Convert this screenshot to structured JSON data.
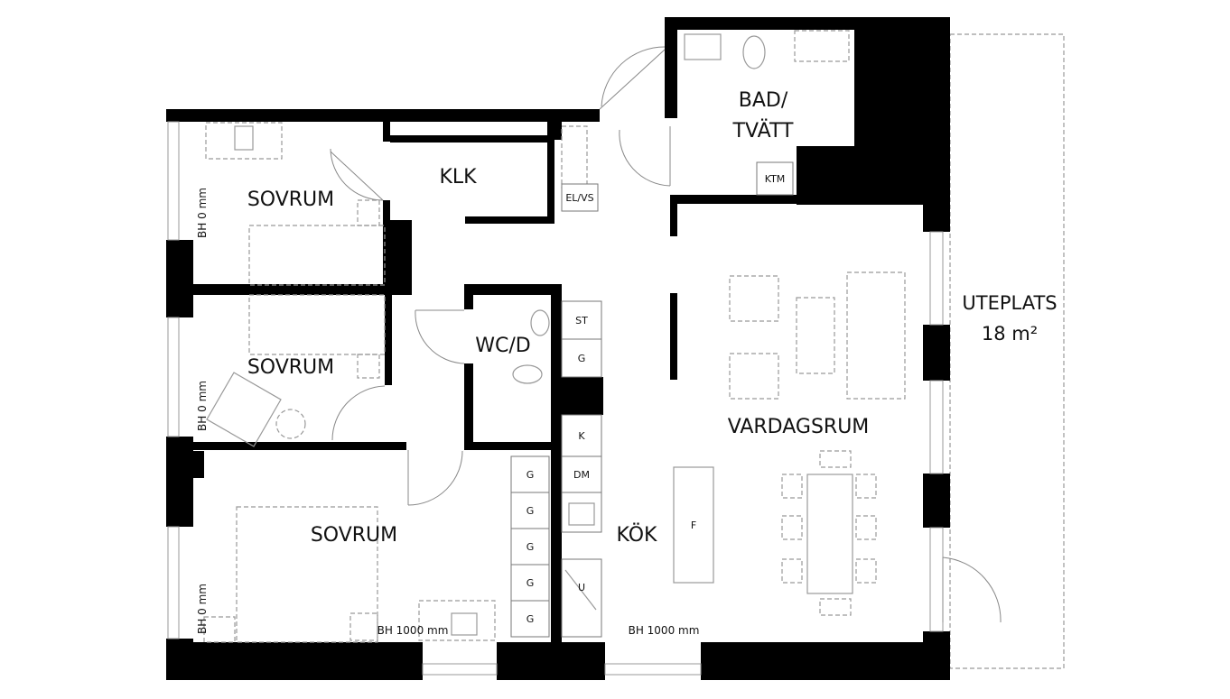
{
  "rooms": {
    "bedroom_1": "SOVRUM",
    "bedroom_2": "SOVRUM",
    "bedroom_3": "SOVRUM",
    "closet": "KLK",
    "bath_line1": "BAD/",
    "bath_line2": "TVÄTT",
    "wc": "WC/D",
    "living": "VARDAGSRUM",
    "kitchen": "KÖK",
    "terrace_line1": "UTEPLATS",
    "terrace_line2": "18 m²"
  },
  "fixtures": {
    "electrical": "EL/VS",
    "washer": "KTM",
    "st": "ST",
    "g_wc": "G",
    "k": "K",
    "dm": "DM",
    "f": "F",
    "u": "U",
    "kitchen_g": [
      "G",
      "G",
      "G",
      "G",
      "G"
    ]
  },
  "heights": {
    "bh_left_1": "BH 0 mm",
    "bh_left_2": "BH 0 mm",
    "bh_left_3": "BH 0 mm",
    "bh_bottom_bedroom": "BH 1000 mm",
    "bh_bottom_kitchen": "BH 1000 mm"
  }
}
